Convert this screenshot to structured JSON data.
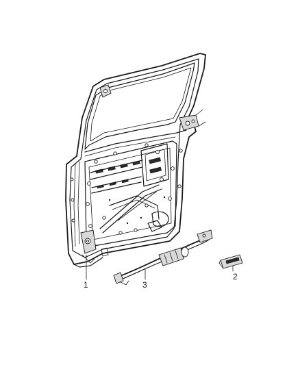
{
  "diagram": {
    "callouts": {
      "part_1": "1",
      "part_2": "2",
      "part_3": "3"
    }
  }
}
